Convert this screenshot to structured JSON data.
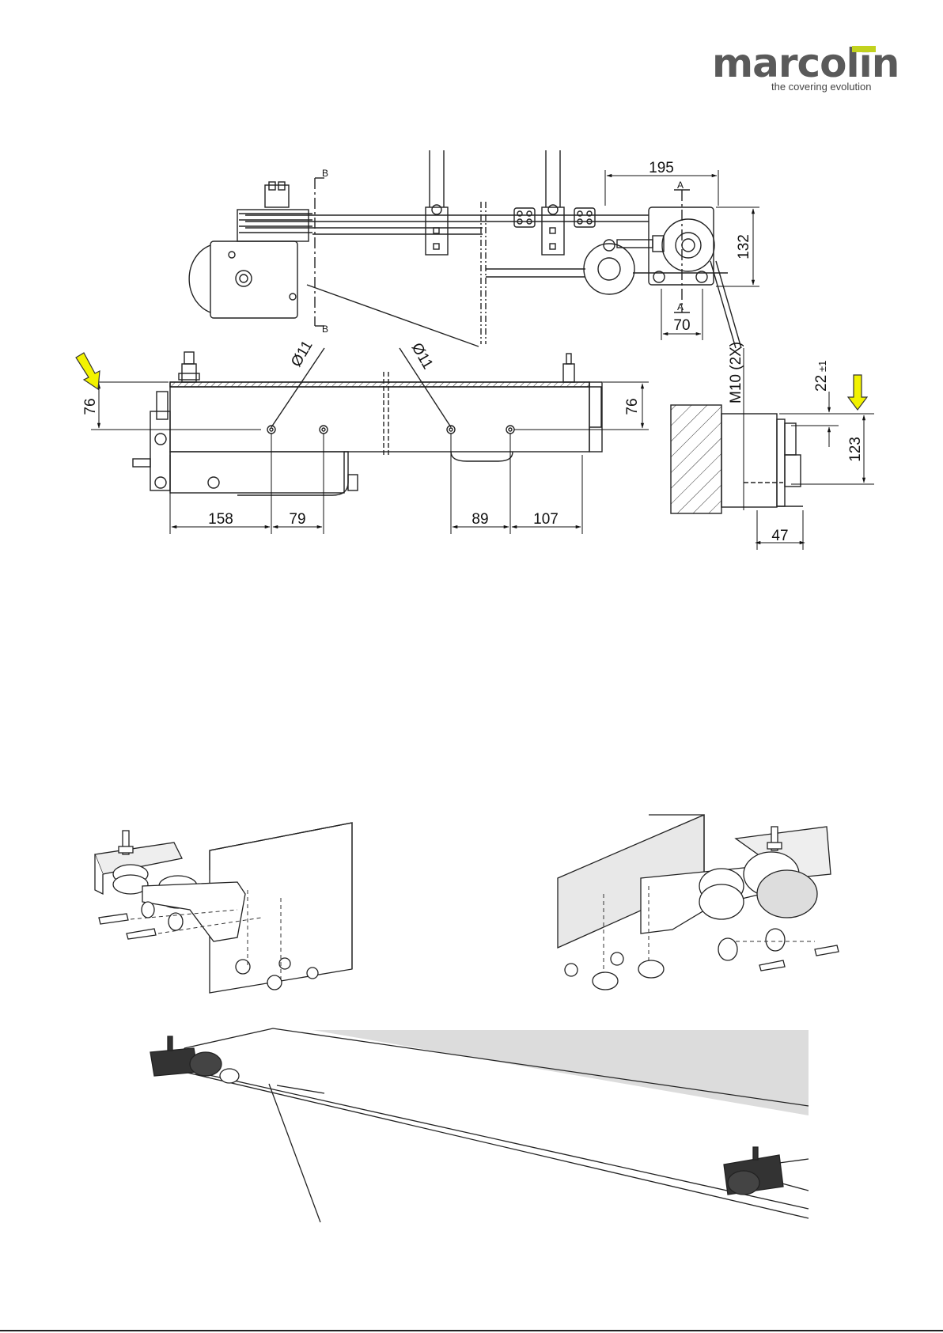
{
  "header": {
    "brand": "marcolin",
    "tagline": "the covering evolution",
    "accent_color": "#c2d21e"
  },
  "drawing_top": {
    "section_b": "B",
    "section_a": "A",
    "dim_width_right": "195",
    "dim_height_right": "132",
    "dim_bottom_right": "70"
  },
  "drawing_side": {
    "hole_left": "Ø11",
    "hole_right": "Ø11",
    "height_left": "76",
    "height_right": "76",
    "dims_left": [
      "158",
      "79"
    ],
    "dims_right": [
      "89",
      "107"
    ],
    "arrow_color": "#f2f200"
  },
  "drawing_section": {
    "bolt_label": "M10 (2X)",
    "offset_label": "22",
    "offset_tolerance": "±1",
    "height_label": "123",
    "depth_label": "47"
  },
  "icons": [
    "arrow-down-icon",
    "bracket-left-icon",
    "bracket-right-icon"
  ]
}
